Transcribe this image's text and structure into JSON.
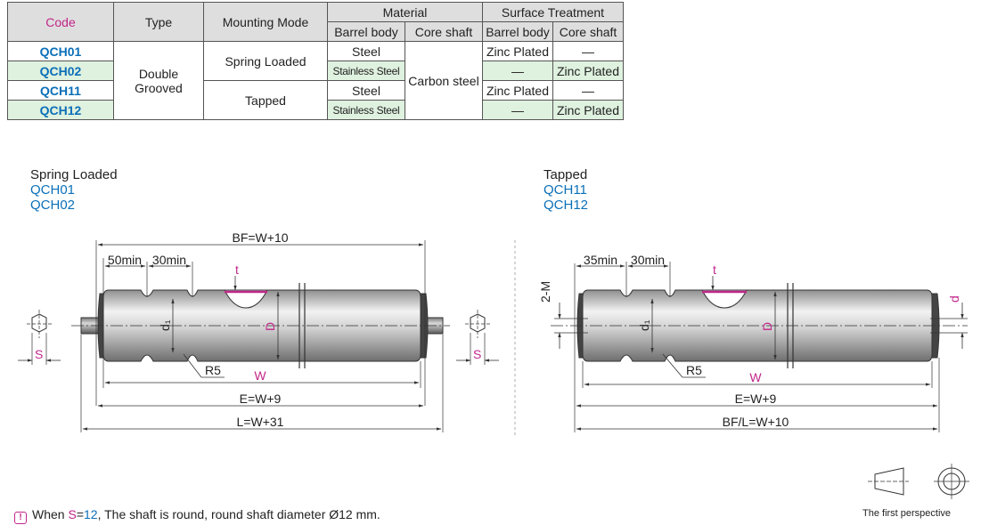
{
  "table": {
    "headers": {
      "code": "Code",
      "type": "Type",
      "mounting": "Mounting Mode",
      "material": "Material",
      "surface": "Surface Treatment",
      "barrel": "Barrel body",
      "core": "Core shaft",
      "barrel2": "Barrel body",
      "core2": "Core shaft"
    },
    "type_value": [
      "Double",
      "Grooved"
    ],
    "mount_spring": "Spring Loaded",
    "mount_tapped": "Tapped",
    "core_material": "Carbon steel",
    "rows": [
      {
        "code": "QCH01",
        "barrel": "Steel",
        "surface_barrel": "Zinc Plated",
        "surface_core": "—"
      },
      {
        "code": "QCH02",
        "barrel": "Stainless Steel",
        "surface_barrel": "—",
        "surface_core": "Zinc Plated"
      },
      {
        "code": "QCH11",
        "barrel": "Steel",
        "surface_barrel": "Zinc Plated",
        "surface_core": "—"
      },
      {
        "code": "QCH12",
        "barrel": "Stainless Steel",
        "surface_barrel": "—",
        "surface_core": "Zinc Plated"
      }
    ]
  },
  "left_drawing": {
    "title": "Spring Loaded",
    "codes": [
      "QCH01",
      "QCH02"
    ],
    "dims": {
      "bf": "BF=W+10",
      "min50": "50min",
      "min30": "30min",
      "t": "t",
      "d1": "d₁",
      "D": "D",
      "r5": "R5",
      "w": "W",
      "e": "E=W+9",
      "l": "L=W+31",
      "s_left": "S",
      "s_right": "S"
    }
  },
  "right_drawing": {
    "title": "Tapped",
    "codes": [
      "QCH11",
      "QCH12"
    ],
    "dims": {
      "min35": "35min",
      "min30": "30min",
      "t": "t",
      "twoM": "2-M",
      "d1": "d₁",
      "D": "D",
      "d": "d",
      "r5": "R5",
      "w": "W",
      "e": "E=W+9",
      "bfl": "BF/L=W+10"
    }
  },
  "note": {
    "prefix": "When ",
    "s": "S",
    "eq": "=",
    "value": "12",
    "text": ",  The shaft is round, round shaft diameter Ø12 mm."
  },
  "perspective_label": "The first perspective",
  "colors": {
    "code": "#0b6fb8",
    "accent": "#c2278a",
    "header_bg": "#dedede",
    "row_green": "#dff1df"
  }
}
